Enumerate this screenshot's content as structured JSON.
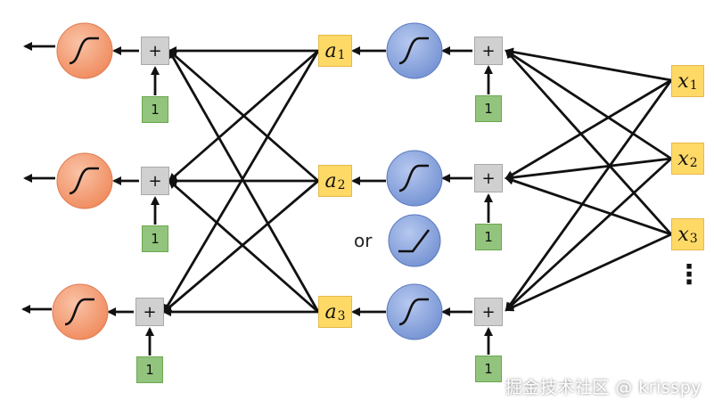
{
  "inputs": [
    {
      "symbol": "x",
      "sub": "1"
    },
    {
      "symbol": "x",
      "sub": "2"
    },
    {
      "symbol": "x",
      "sub": "3"
    }
  ],
  "hidden_outputs": [
    {
      "symbol": "a",
      "sub": "1"
    },
    {
      "symbol": "a",
      "sub": "2"
    },
    {
      "symbol": "a",
      "sub": "3"
    }
  ],
  "sum_symbol": "+",
  "bias_value": "1",
  "alternative_label": "or",
  "ellipsis": "⋮",
  "watermark": "掘金技术社区 @ krisspy",
  "colors": {
    "output_activation": "#f4a07a",
    "hidden_activation": "#8fa8dc",
    "variable_box": "#ffd966",
    "sum_box": "#d0d0d0",
    "bias_box": "#92c47d"
  },
  "icons": {
    "output_activation": "sigmoid-icon",
    "hidden_activation": "sigmoid-icon",
    "alternative_activation": "relu-icon"
  }
}
